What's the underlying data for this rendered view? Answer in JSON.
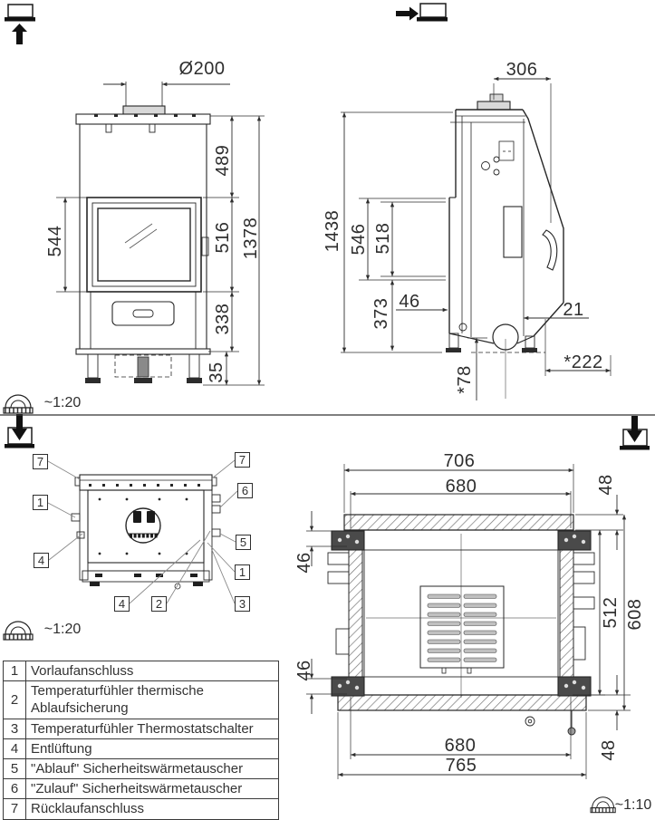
{
  "front_view": {
    "scale_label": "~1:20",
    "dims": {
      "flue_diameter": "Ø200",
      "top_section": "489",
      "glass_height": "544",
      "door_section": "516",
      "total_height": "1378",
      "base_section": "338",
      "foot_height": "35"
    }
  },
  "side_view": {
    "dims": {
      "top_depth": "306",
      "total_height": "1438",
      "body_inner_height": "546",
      "panel_height": "518",
      "front_offset": "46",
      "base_height": "373",
      "rear_panel_gap": "21",
      "rear_offset": "*222",
      "flue_center_height": "*78"
    }
  },
  "rear_view": {
    "scale_label": "~1:20",
    "callouts": [
      {
        "id": "left-7",
        "label": "7"
      },
      {
        "id": "left-1",
        "label": "1"
      },
      {
        "id": "left-4",
        "label": "4"
      },
      {
        "id": "right-7",
        "label": "7"
      },
      {
        "id": "right-6",
        "label": "6"
      },
      {
        "id": "right-5",
        "label": "5"
      },
      {
        "id": "right-1",
        "label": "1"
      },
      {
        "id": "right-3",
        "label": "3"
      },
      {
        "id": "bottom-4",
        "label": "4"
      },
      {
        "id": "bottom-2",
        "label": "2"
      }
    ]
  },
  "top_view": {
    "scale_label": "~1:10",
    "dims": {
      "outer_width_top": "706",
      "inner_width_top": "680",
      "plate_thickness_top": "48",
      "side_gap_upper": "46",
      "side_gap_lower": "46",
      "inner_depth": "512",
      "outer_depth": "608",
      "inner_width_bottom": "680",
      "outer_width_bottom": "765",
      "plate_thickness_bottom": "48"
    }
  },
  "legend": {
    "rows": [
      {
        "num": "1",
        "label": "Vorlaufanschluss"
      },
      {
        "num": "2",
        "label": "Temperaturfühler thermische Ablaufsicherung"
      },
      {
        "num": "3",
        "label": "Temperaturfühler Thermostatschalter"
      },
      {
        "num": "4",
        "label": "Entlüftung"
      },
      {
        "num": "5",
        "label": "\"Ablauf\" Sicherheitswärmetauscher"
      },
      {
        "num": "6",
        "label": "\"Zulauf\" Sicherheitswärmetauscher"
      },
      {
        "num": "7",
        "label": "Rücklaufanschluss"
      }
    ]
  }
}
